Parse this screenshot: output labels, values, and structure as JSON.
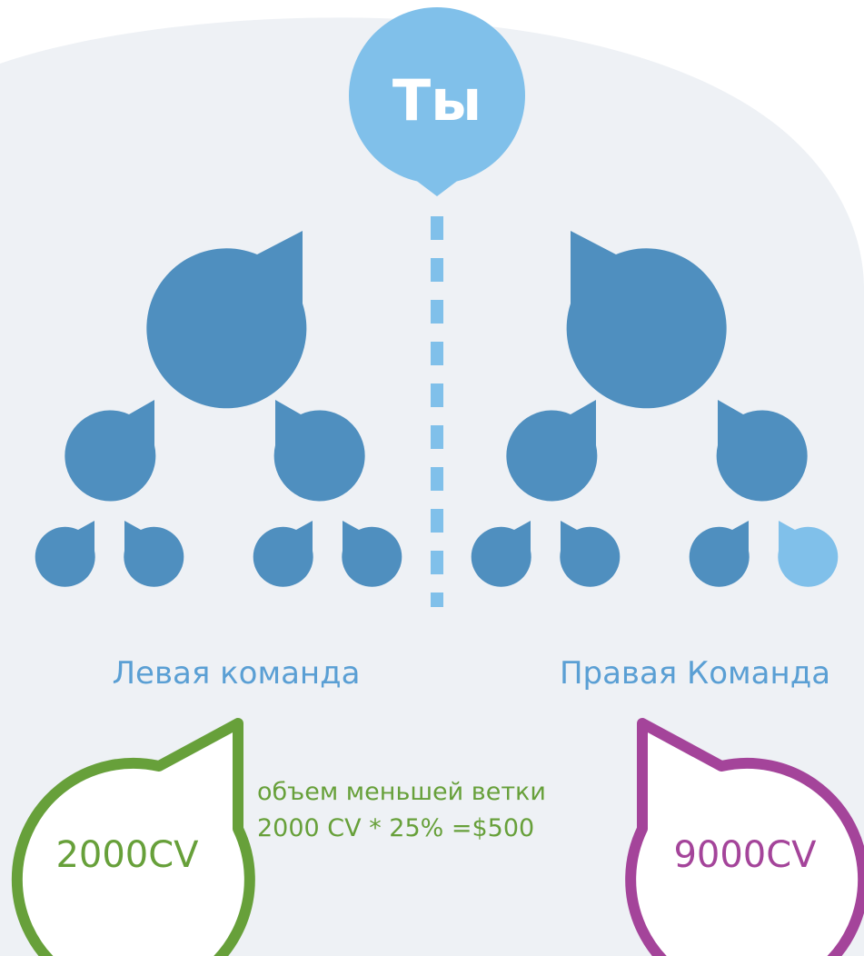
{
  "root": {
    "label": "Ты",
    "color": "#80c0ea"
  },
  "tree": {
    "node_color": "#4f8fbf",
    "highlight_color": "#80c0ea",
    "divider_color": "#80c0ea"
  },
  "left_team": {
    "label": "Левая команда",
    "cv": "2000CV",
    "color": "#67a03a"
  },
  "right_team": {
    "label": "Правая Команда",
    "cv": "9000CV",
    "color": "#a4449a"
  },
  "formula": {
    "line1": "объем меньшей ветки",
    "line2": "2000 CV * 25% =$500",
    "color": "#67a03a"
  },
  "label_color": "#5a9fd4",
  "background_color": "#eef1f5"
}
